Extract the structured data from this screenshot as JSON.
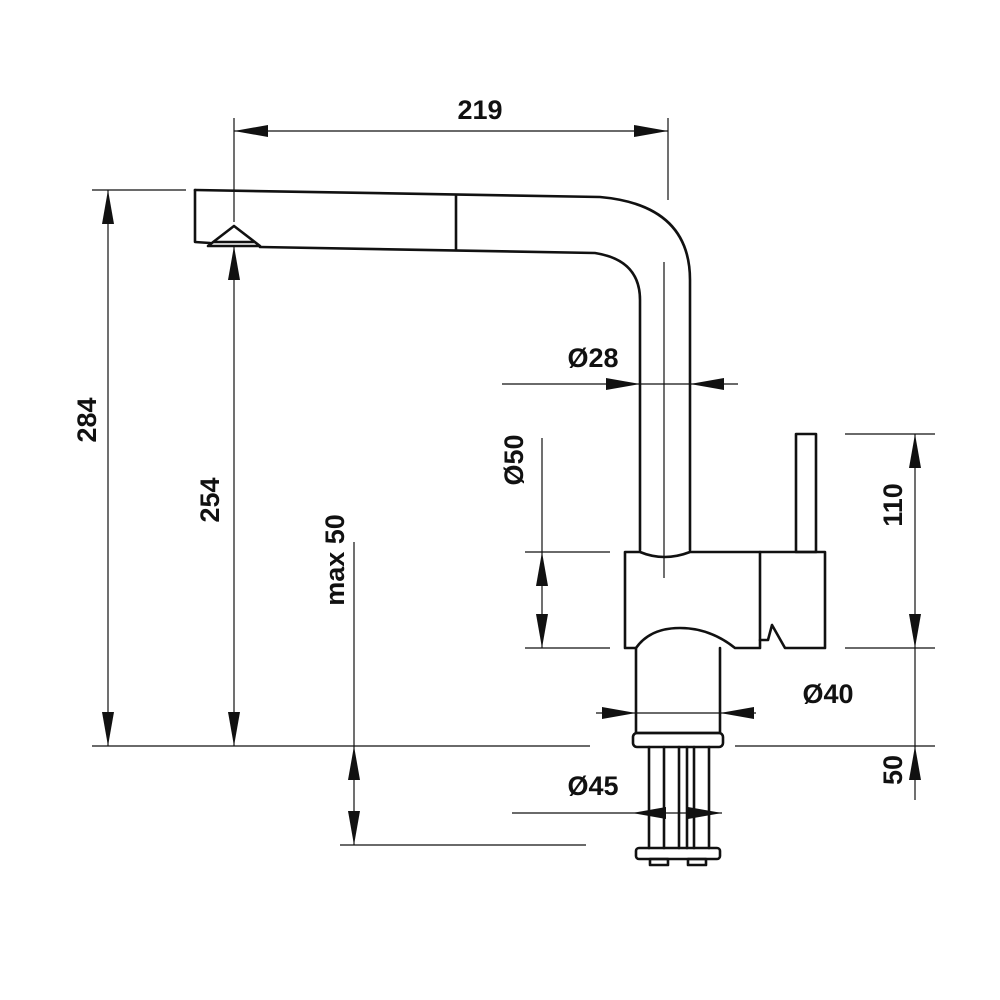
{
  "colors": {
    "line": "#111111",
    "background": "#ffffff"
  },
  "dimensions": {
    "spout_reach": "219",
    "total_height": "284",
    "spout_height": "254",
    "max_deck": "max 50",
    "spout_diameter": "Ø28",
    "body_diameter": "Ø50",
    "lever_height": "110",
    "base_diameter": "Ø40",
    "shank_length": "50",
    "hole_diameter": "Ø45"
  }
}
